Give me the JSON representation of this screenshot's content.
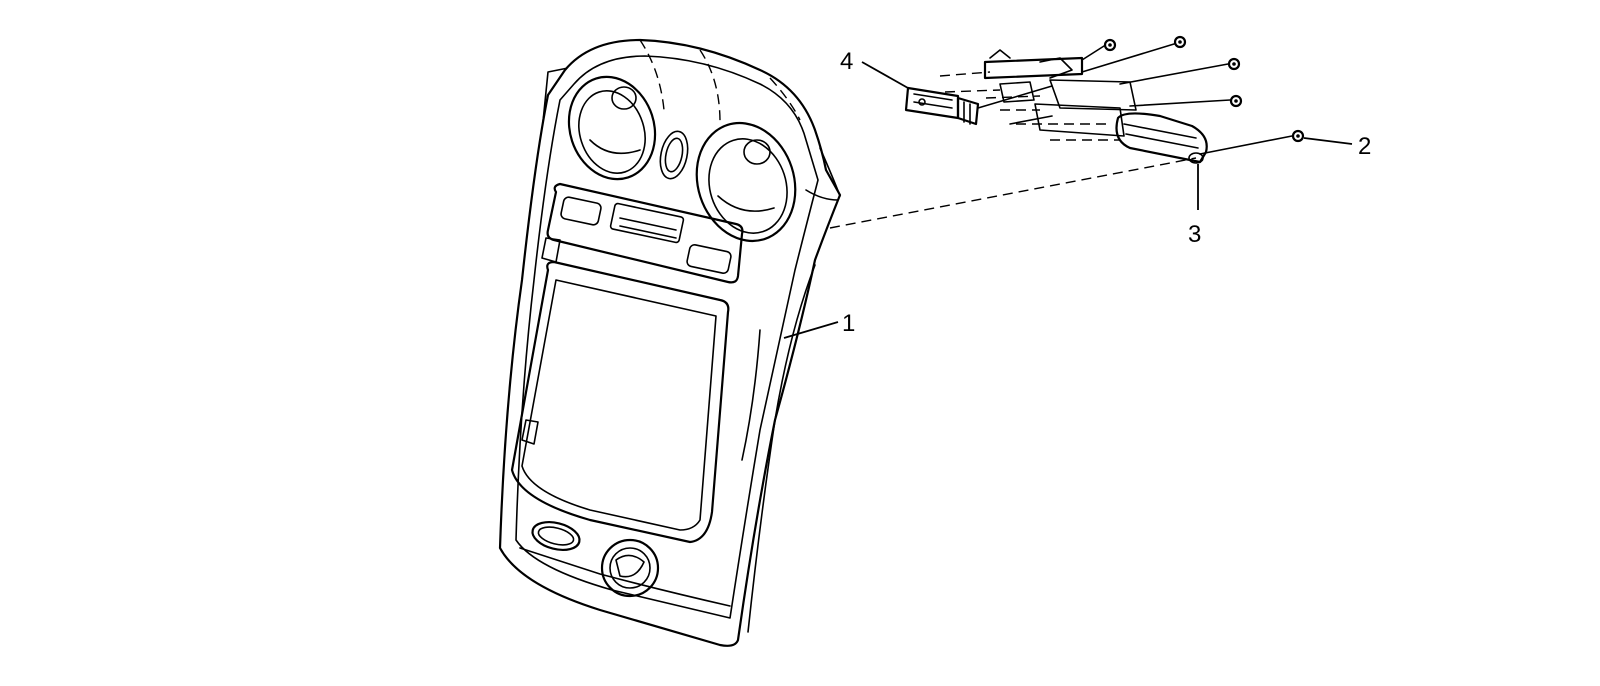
{
  "diagram": {
    "type": "exploded-parts-view",
    "callouts": [
      {
        "id": "1",
        "label": "1",
        "part": "instrument-panel-center-trim-plate"
      },
      {
        "id": "2",
        "label": "2",
        "part": "fastener-screw"
      },
      {
        "id": "3",
        "label": "3",
        "part": "mounting-bracket"
      },
      {
        "id": "4",
        "label": "4",
        "part": "electrical-connector-switch"
      }
    ],
    "colors": {
      "line": "#000000",
      "background": "#ffffff"
    }
  }
}
